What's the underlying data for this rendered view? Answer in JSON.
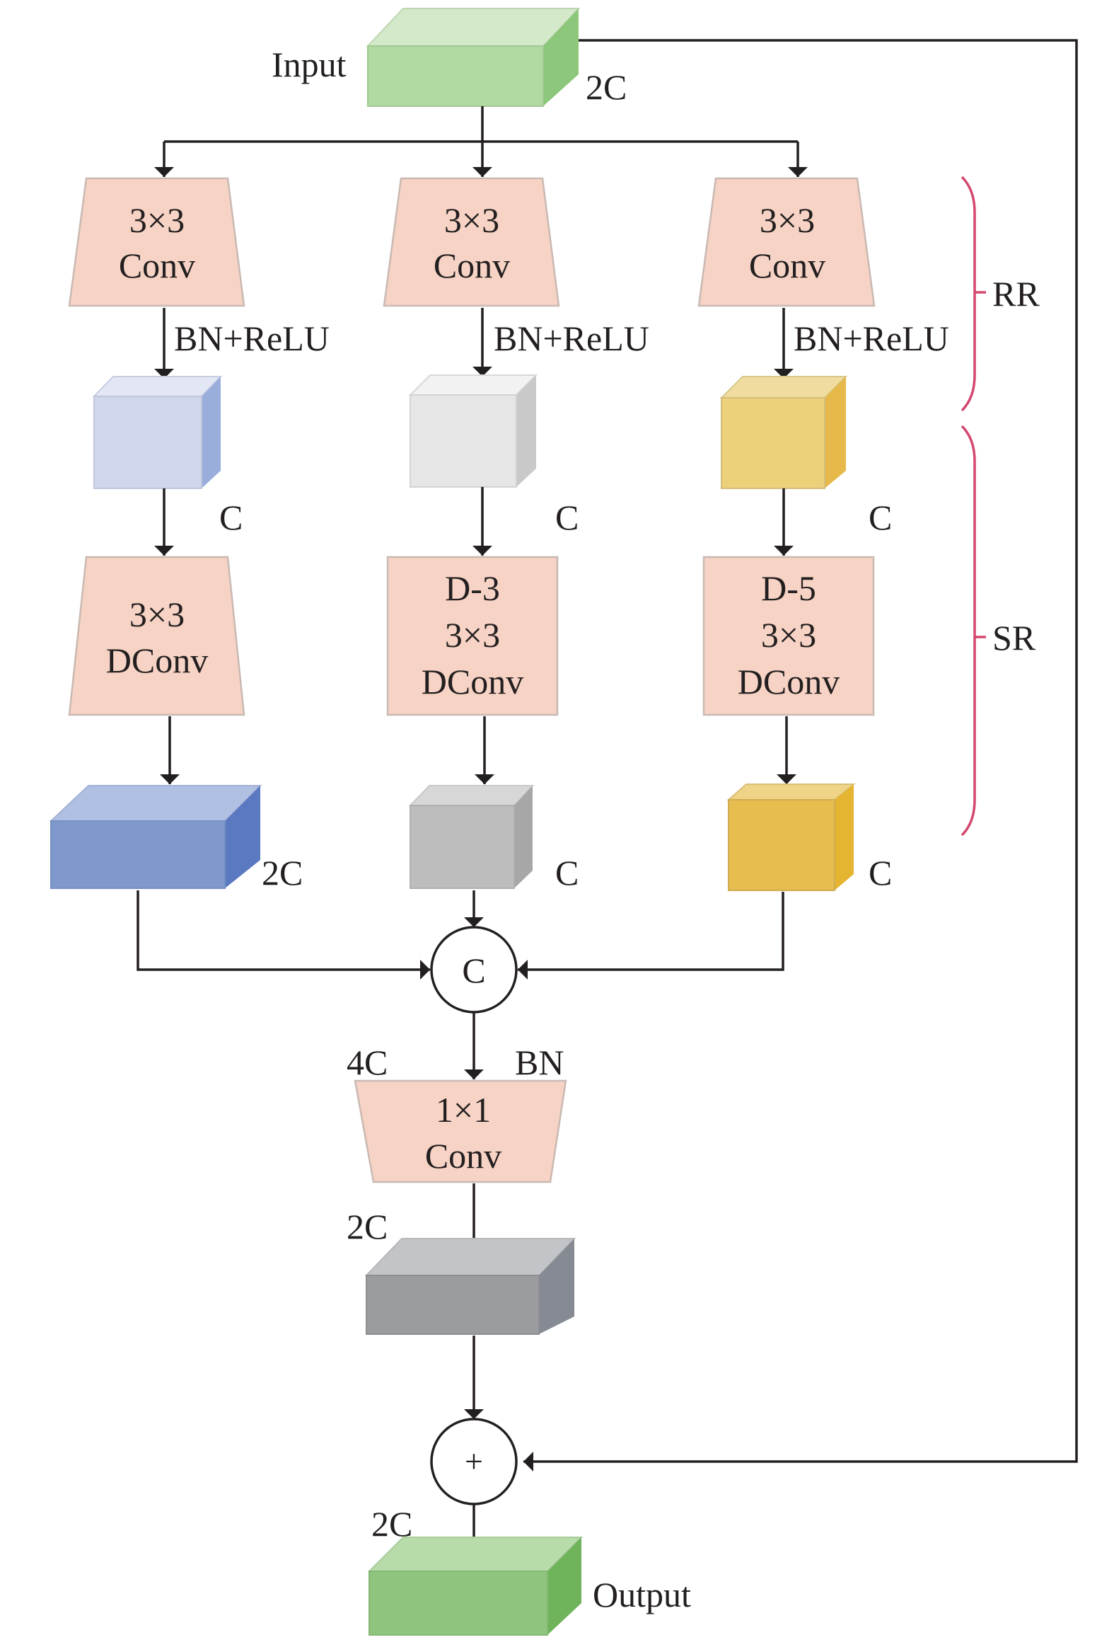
{
  "diagram": {
    "input": {
      "label": "Input",
      "channels": "2C"
    },
    "output": {
      "label": "Output",
      "channels": "2C"
    },
    "branches": [
      {
        "conv": {
          "line1": "3×3",
          "line2": "Conv"
        },
        "activation": "BN+ReLU",
        "mid_channels": "C",
        "dconv": {
          "line1": "",
          "line2": "3×3",
          "line3": "DConv"
        },
        "out_channels": "2C"
      },
      {
        "conv": {
          "line1": "3×3",
          "line2": "Conv"
        },
        "activation": "BN+ReLU",
        "mid_channels": "C",
        "dconv": {
          "line1": "D-3",
          "line2": "3×3",
          "line3": "DConv"
        },
        "out_channels": "C"
      },
      {
        "conv": {
          "line1": "3×3",
          "line2": "Conv"
        },
        "activation": "BN+ReLU",
        "mid_channels": "C",
        "dconv": {
          "line1": "D-5",
          "line2": "3×3",
          "line3": "DConv"
        },
        "out_channels": "C"
      }
    ],
    "concat": {
      "symbol": "C"
    },
    "fuse": {
      "in_channels": "4C",
      "norm": "BN",
      "line1": "1×1",
      "line2": "Conv",
      "out_channels": "2C"
    },
    "add": {
      "symbol": "+"
    },
    "brackets": {
      "rr": "RR",
      "sr": "SR"
    },
    "colors": {
      "conv": "#f6d3c4",
      "bracket": "#d4476e",
      "green": "#a9d39b",
      "blue": "#7f99cc",
      "light_blue": "#d0d7ec",
      "light_gray": "#e6e6e6",
      "gray": "#bdbdbd",
      "dark_gray": "#9b9c9f",
      "yellow_light": "#edd07a",
      "yellow": "#e6bd4e"
    }
  }
}
